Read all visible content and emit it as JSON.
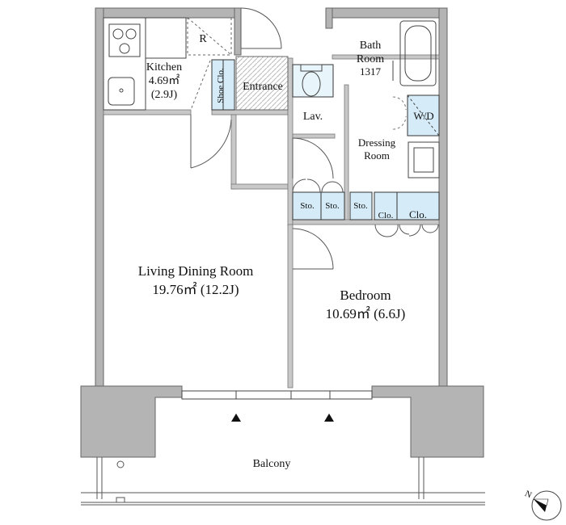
{
  "rooms": {
    "kitchen": {
      "name": "Kitchen",
      "area": "4.69㎡",
      "size": "(2.9J)"
    },
    "refrigerator": "R",
    "shoe_closet": "Shoe Clo.",
    "entrance": "Entrance",
    "lavatory": "Lav.",
    "bath": {
      "line1": "Bath",
      "line2": "Room",
      "code": "1317"
    },
    "washer": "W/D",
    "dressing": {
      "line1": "Dressing",
      "line2": "Room"
    },
    "storage": [
      "Sto.",
      "Sto.",
      "Sto."
    ],
    "closet": [
      "Clo.",
      "Clo."
    ],
    "living": {
      "name": "Living Dining Room",
      "area": "19.76㎡ (12.2J)"
    },
    "bedroom": {
      "name": "Bedroom",
      "area": "10.69㎡ (6.6J)"
    },
    "balcony": "Balcony"
  },
  "compass": {
    "label": "N"
  },
  "colors": {
    "wall": "#b4b4b4",
    "storage_fill": "#d5ecf8",
    "line": "#444444"
  }
}
